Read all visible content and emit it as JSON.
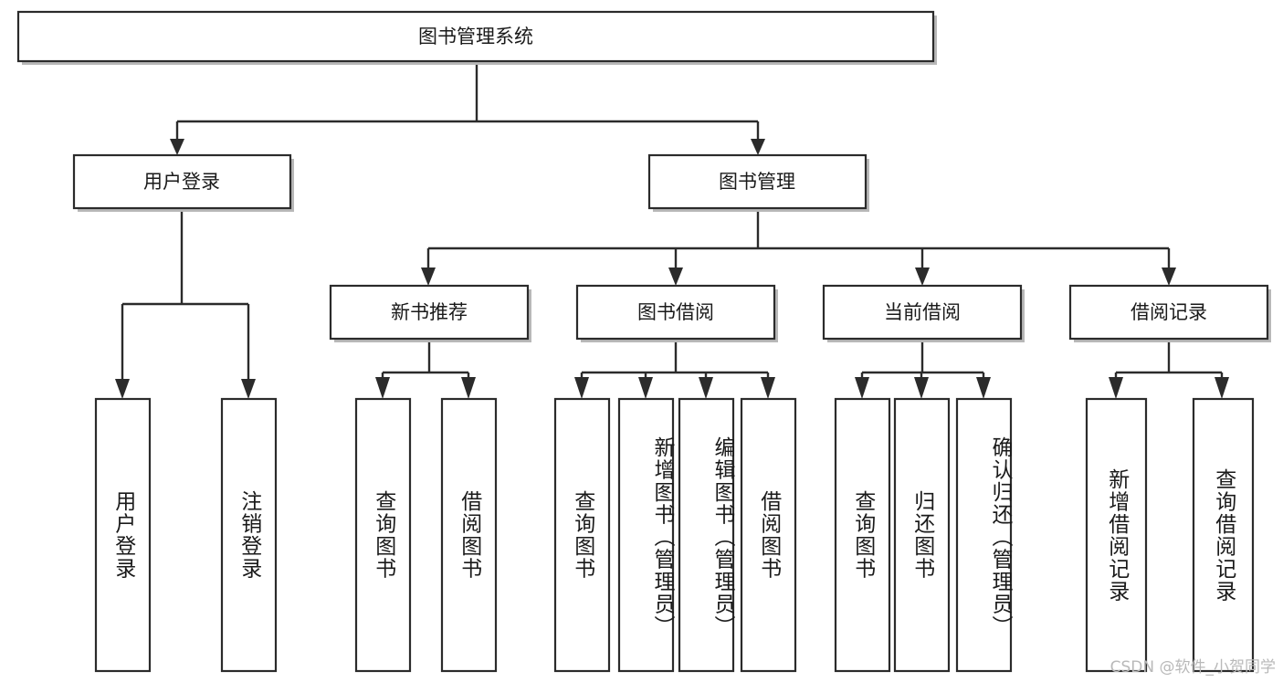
{
  "diagram": {
    "type": "tree",
    "title": "图书管理系统",
    "watermark": "CSDN @软件_小贺同学",
    "colors": {
      "box_stroke": "#2b2b2b",
      "box_fill": "#ffffff",
      "connector": "#2b2b2b",
      "shadow": "#b8b8b8",
      "text": "#1a1a1a",
      "watermark": "#b9b9b9"
    },
    "root": {
      "label": "图书管理系统"
    },
    "level2": [
      {
        "label": "用户登录"
      },
      {
        "label": "图书管理"
      }
    ],
    "level3": [
      {
        "label": "新书推荐"
      },
      {
        "label": "图书借阅"
      },
      {
        "label": "当前借阅"
      },
      {
        "label": "借阅记录"
      }
    ],
    "leaves": {
      "user_login": [
        {
          "label": "用户登录"
        },
        {
          "label": "注销登录"
        }
      ],
      "new_book_recommend": [
        {
          "label": "查询图书"
        },
        {
          "label": "借阅图书"
        }
      ],
      "book_borrow": [
        {
          "label": "查询图书"
        },
        {
          "label": "新增图书（管理员）"
        },
        {
          "label": "编辑图书（管理员）"
        },
        {
          "label": "借阅图书"
        }
      ],
      "current_borrow": [
        {
          "label": "查询图书"
        },
        {
          "label": "归还图书"
        },
        {
          "label": "确认归还（管理员）"
        }
      ],
      "borrow_record": [
        {
          "label": "新增借阅记录"
        },
        {
          "label": "查询借阅记录"
        }
      ]
    }
  }
}
